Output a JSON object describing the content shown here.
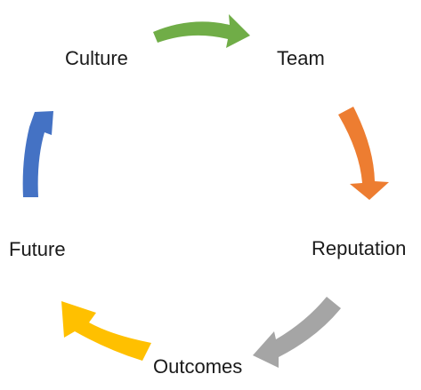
{
  "cycle": {
    "stages": [
      {
        "label": "Culture"
      },
      {
        "label": "Team"
      },
      {
        "label": "Reputation"
      },
      {
        "label": "Outcomes"
      },
      {
        "label": "Future"
      }
    ],
    "arrow_colors": {
      "culture_to_team": "#70AD47",
      "team_to_reputation": "#ED7D31",
      "reputation_to_outcomes": "#A5A5A5",
      "outcomes_to_future": "#FFC000",
      "future_to_culture": "#4472C4"
    },
    "direction": "clockwise"
  }
}
